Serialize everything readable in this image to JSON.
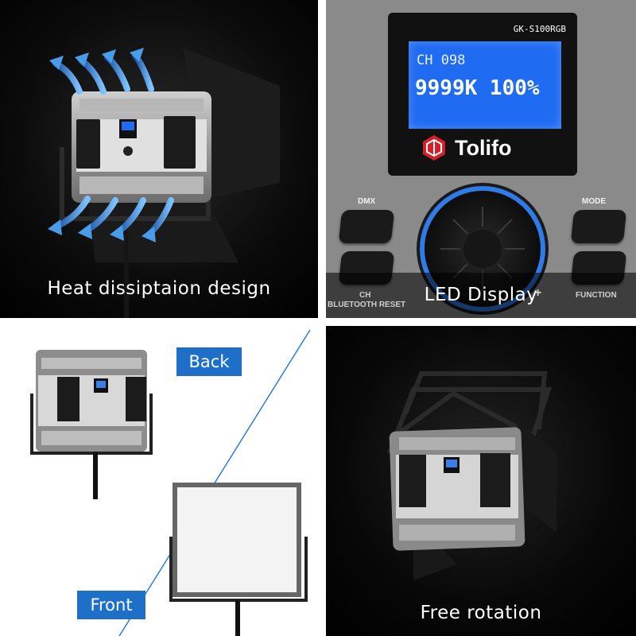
{
  "panels": {
    "heat": {
      "caption": "Heat dissiptaion design"
    },
    "display": {
      "caption": "LED Display",
      "lcd": {
        "model": "GK-S100RGB",
        "channel": "CH 098",
        "readout": "9999K 100%"
      },
      "brand": "Tolifo",
      "buttons": {
        "dmx": "DMX",
        "mode": "MODE",
        "ch": "CH",
        "bluetooth": "BLUETOOTH RESET",
        "function": "FUNCTION",
        "plus": "+"
      }
    },
    "views": {
      "back_label": "Back",
      "front_label": "Front"
    },
    "rotation": {
      "caption": "Free rotation"
    }
  },
  "colors": {
    "accent_blue": "#1d6fc7",
    "lcd_blue": "#1f6bf2",
    "knob_ring": "#2f7be8",
    "brand_red": "#d3202a"
  }
}
